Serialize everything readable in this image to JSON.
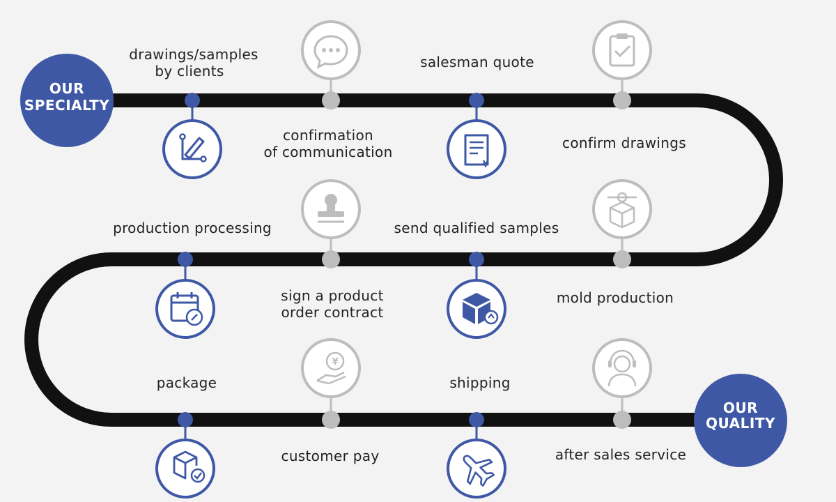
{
  "colors": {
    "accent": "#3e58a6",
    "track": "#111111",
    "muted": "#bdbdbd",
    "background": "#f3f3f3"
  },
  "badges": {
    "start": [
      "OUR",
      "SPECIALTY"
    ],
    "end": [
      "OUR",
      "QUALITY"
    ]
  },
  "steps": [
    {
      "label": [
        "drawings/samples",
        "by clients"
      ],
      "icon": "pencil-path-icon"
    },
    {
      "label": [
        "confirmation",
        "of communication"
      ],
      "icon": "chat-bubble-icon"
    },
    {
      "label": [
        "salesman quote"
      ],
      "icon": "quote-document-icon"
    },
    {
      "label": [
        "confirm drawings"
      ],
      "icon": "clipboard-check-icon"
    },
    {
      "label": [
        "send qualified samples"
      ],
      "icon": "box-upload-icon"
    },
    {
      "label": [
        "mold production"
      ],
      "icon": "mold-package-icon"
    },
    {
      "label": [
        "production processing"
      ],
      "icon": "calendar-settings-icon"
    },
    {
      "label": [
        "sign a product",
        "order contract"
      ],
      "icon": "stamp-icon"
    },
    {
      "label": [
        "package"
      ],
      "icon": "package-check-icon"
    },
    {
      "label": [
        "customer pay"
      ],
      "icon": "hand-coin-icon"
    },
    {
      "label": [
        "shipping"
      ],
      "icon": "airplane-icon"
    },
    {
      "label": [
        "after sales service"
      ],
      "icon": "headset-agent-icon"
    }
  ]
}
